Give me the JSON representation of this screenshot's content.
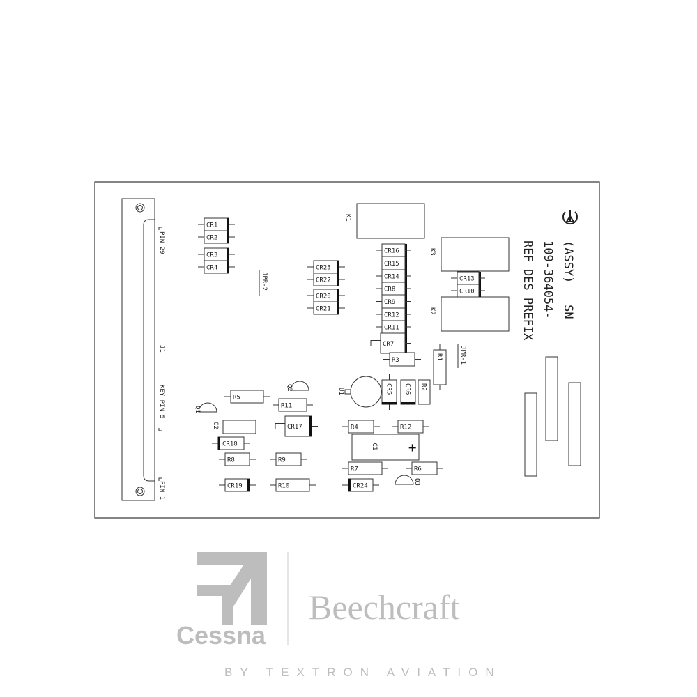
{
  "drawing": {
    "connector": {
      "pin_top": "PIN 29",
      "ref": "J1",
      "key": "KEY PIN 5",
      "pin_bottom": "PIN 1"
    },
    "jumpers": [
      "JPR-2",
      "JPR-1"
    ],
    "relays": [
      "K1",
      "K3",
      "K2"
    ],
    "title_block": {
      "line1": "(ASSY)   SN",
      "line2": "109-364054-",
      "line3": "REF DES PREFIX"
    },
    "esd_symbol": "esd-warning-icon",
    "components": [
      "CR1",
      "CR2",
      "CR3",
      "CR4",
      "CR23",
      "CR22",
      "CR20",
      "CR21",
      "CR16",
      "CR15",
      "CR14",
      "CR8",
      "CR9",
      "CR12",
      "CR11",
      "CR7",
      "R3",
      "CR13",
      "CR10",
      "R1",
      "CR5",
      "CR6",
      "R2",
      "R5",
      "R11",
      "C2",
      "CR17",
      "CR18",
      "R8",
      "R9",
      "CR19",
      "R10",
      "R4",
      "R12",
      "C1",
      "R7",
      "R6",
      "CR24",
      "Q1",
      "Q2",
      "U1",
      "Q3"
    ],
    "polarity_mark": "+"
  },
  "watermark": {
    "brand1": "Cessna",
    "brand2": "Beechcraft",
    "tagline": "BY TEXTRON AVIATION"
  },
  "colors": {
    "line": "#222222",
    "watermark": "#bdbdbd"
  }
}
